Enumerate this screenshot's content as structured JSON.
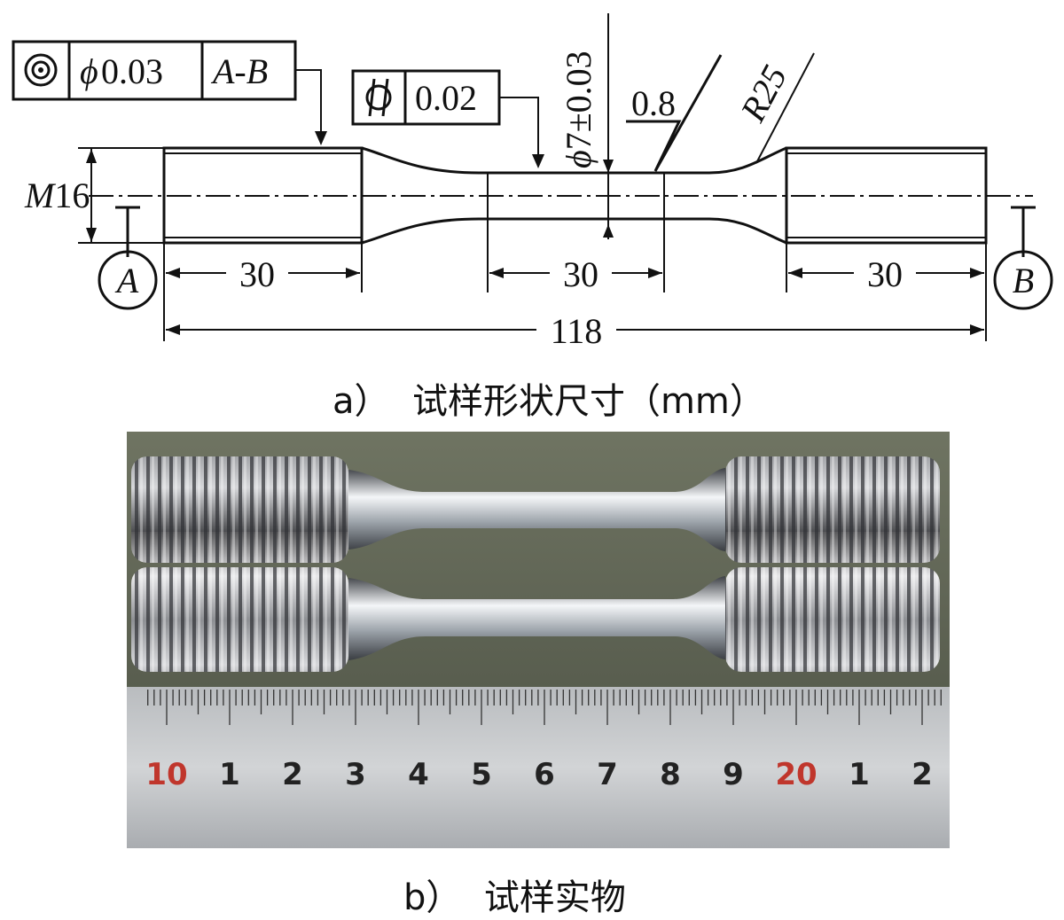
{
  "drawing": {
    "tolerance_concentricity": {
      "symbol": "concentricity-icon",
      "value": "0.03",
      "phi": "ϕ",
      "datum": "A-B"
    },
    "tolerance_cylindricity": {
      "symbol": "cylindricity-icon",
      "value": "0.02"
    },
    "diameter_label": {
      "phi": "ϕ",
      "text": "7±0.03"
    },
    "roughness": "0.8",
    "radius": "R25",
    "thread": {
      "m": "M",
      "num": "16"
    },
    "datum_a": "A",
    "datum_b": "B",
    "dim_left": "30",
    "dim_mid": "30",
    "dim_right": "30",
    "dim_total": "118"
  },
  "caption_a": "a）  试样形状尺寸（mm）",
  "caption_b": "b）  试样实物",
  "ruler": {
    "labels": [
      {
        "text": "10",
        "color": "#c0362c"
      },
      {
        "text": "1",
        "color": "#222222"
      },
      {
        "text": "2",
        "color": "#222222"
      },
      {
        "text": "3",
        "color": "#222222"
      },
      {
        "text": "4",
        "color": "#222222"
      },
      {
        "text": "5",
        "color": "#222222"
      },
      {
        "text": "6",
        "color": "#222222"
      },
      {
        "text": "7",
        "color": "#222222"
      },
      {
        "text": "8",
        "color": "#222222"
      },
      {
        "text": "9",
        "color": "#222222"
      },
      {
        "text": "20",
        "color": "#c0362c"
      },
      {
        "text": "1",
        "color": "#222222"
      },
      {
        "text": "2",
        "color": "#222222"
      }
    ]
  }
}
